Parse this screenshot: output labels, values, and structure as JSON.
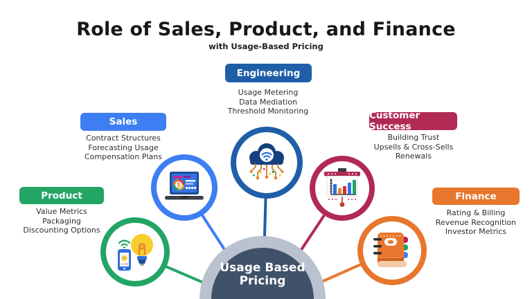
{
  "header": {
    "title": "Role of Sales, Product, and Finance",
    "subtitle": "with Usage-Based Pricing"
  },
  "center": {
    "line1": "Usage Based",
    "line2": "Pricing",
    "outer_ring_color": "#b9c2ce",
    "fill_color": "#40516a"
  },
  "sections": {
    "engineering": {
      "label": "Engineering",
      "color": "#1e5fa8",
      "icon": "cloud-iot-network-icon",
      "items": [
        "Usage Metering",
        "Data Mediation",
        "Threshold Monitoring"
      ]
    },
    "sales": {
      "label": "Sales",
      "color": "#3d7ef2",
      "icon": "laptop-analytics-dashboard-icon",
      "items": [
        "Contract Structures",
        "Forecasting Usage",
        "Compensation Plans"
      ]
    },
    "customer_success": {
      "label": "Customer Success",
      "color": "#b02a54",
      "icon": "presentation-bar-chart-icon",
      "items": [
        "Building Trust",
        "Upsells & Cross-Sells",
        "Renewals"
      ]
    },
    "product": {
      "label": "Product",
      "color": "#23a566",
      "icon": "lightbulb-phone-idea-icon",
      "items": [
        "Value Metrics",
        "Packaging",
        "Discounting Options"
      ]
    },
    "finance": {
      "label": "Finance",
      "color": "#e8772e",
      "icon": "ledger-notebook-icon",
      "items": [
        "Rating & Billing",
        "Revenue Recognition",
        "Investor Metrics"
      ]
    }
  }
}
